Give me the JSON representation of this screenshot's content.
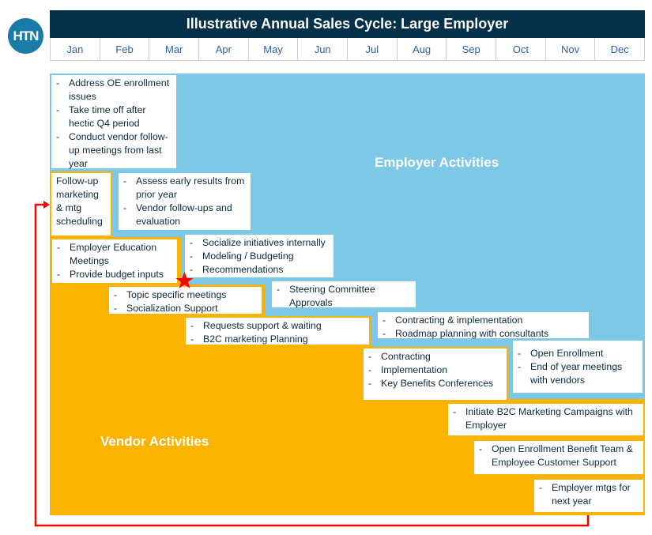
{
  "logo": "HTN",
  "title": "Illustrative Annual Sales Cycle: Large Employer",
  "months": [
    "Jan",
    "Feb",
    "Mar",
    "Apr",
    "May",
    "Jun",
    "Jul",
    "Aug",
    "Sep",
    "Oct",
    "Nov",
    "Dec"
  ],
  "regions": {
    "employer": "Employer Activities",
    "vendor": "Vendor Activities"
  },
  "colors": {
    "employer": "#7ec8e7",
    "vendor": "#fab400",
    "header": "#05304a",
    "arrow": "#ff0000"
  },
  "boxes": {
    "address": [
      "Address OE enrollment issues",
      "Take time off after hectic Q4 period",
      "Conduct vendor follow-up meetings from last year"
    ],
    "followup": "Follow-up marketing & mtg scheduling",
    "assess": [
      "Assess early results from prior year",
      "Vendor follow-ups and evaluation"
    ],
    "education": [
      "Employer Education Meetings",
      "Provide budget inputs"
    ],
    "socialize": [
      "Socialize initiatives internally",
      "Modeling / Budgeting",
      "Recommendations"
    ],
    "topic": [
      "Topic specific meetings",
      "Socialization Support"
    ],
    "steering": [
      "Steering Committee Approvals"
    ],
    "requests": [
      "Requests support & waiting",
      "B2C marketing Planning"
    ],
    "contracting_emp": [
      "Contracting & implementation",
      "Roadmap planning with consultants"
    ],
    "contracting_ven": [
      "Contracting",
      "Implementation",
      "Key Benefits Conferences"
    ],
    "open_enroll": [
      "Open Enrollment",
      "End of year meetings with vendors"
    ],
    "initiate": [
      "Initiate B2C Marketing Campaigns with Employer"
    ],
    "oe_team": [
      "Open Enrollment Benefit Team & Employee Customer Support"
    ],
    "employer_mtgs": [
      "Employer mtgs for next year"
    ]
  }
}
